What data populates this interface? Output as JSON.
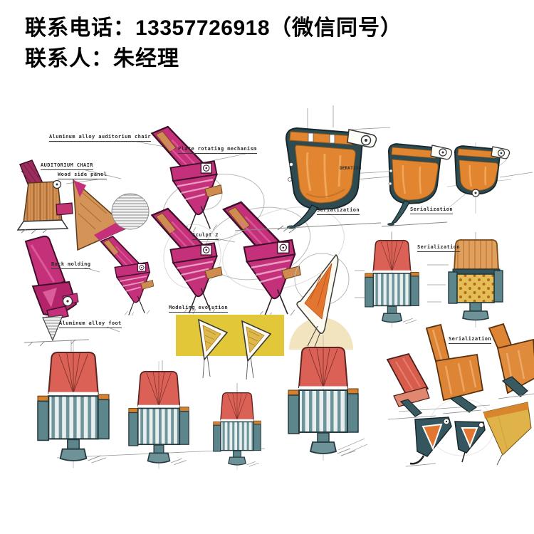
{
  "contact": {
    "phone_label": "联系电话：",
    "phone_number": "13357726918",
    "phone_note": "（微信同号）",
    "person_label": "联系人：",
    "person_name": "朱经理"
  },
  "annotations": {
    "aluminum_alloy_chair": "Aluminum alloy auditorium chair",
    "auditorium_chair": "AUDITORIUM CHAIR",
    "wood_side_panel": "Wood side panel",
    "plate_rotating_mechanism": "Plate rotating mechanism",
    "sculpt_2": "Sculpt 2",
    "deration": "DERATION",
    "serialization_top": "Serialization",
    "serialization_top_right": "Serialization",
    "serialization_mid_right": "Serialization",
    "back_molding": "Back molding",
    "modeling_evolution": "Modeling evolution",
    "aluminum_alloy_foot": "Aluminum alloy foot",
    "serialization_bottom_right": "Serialization"
  },
  "colors": {
    "pink": "#c5307a",
    "orange": "#e28530",
    "teal": "#2f4b52",
    "red": "#db6156",
    "yellow_highlight": "#e2c838",
    "wood": "#cf8c50",
    "cream": "#f2e4be"
  }
}
